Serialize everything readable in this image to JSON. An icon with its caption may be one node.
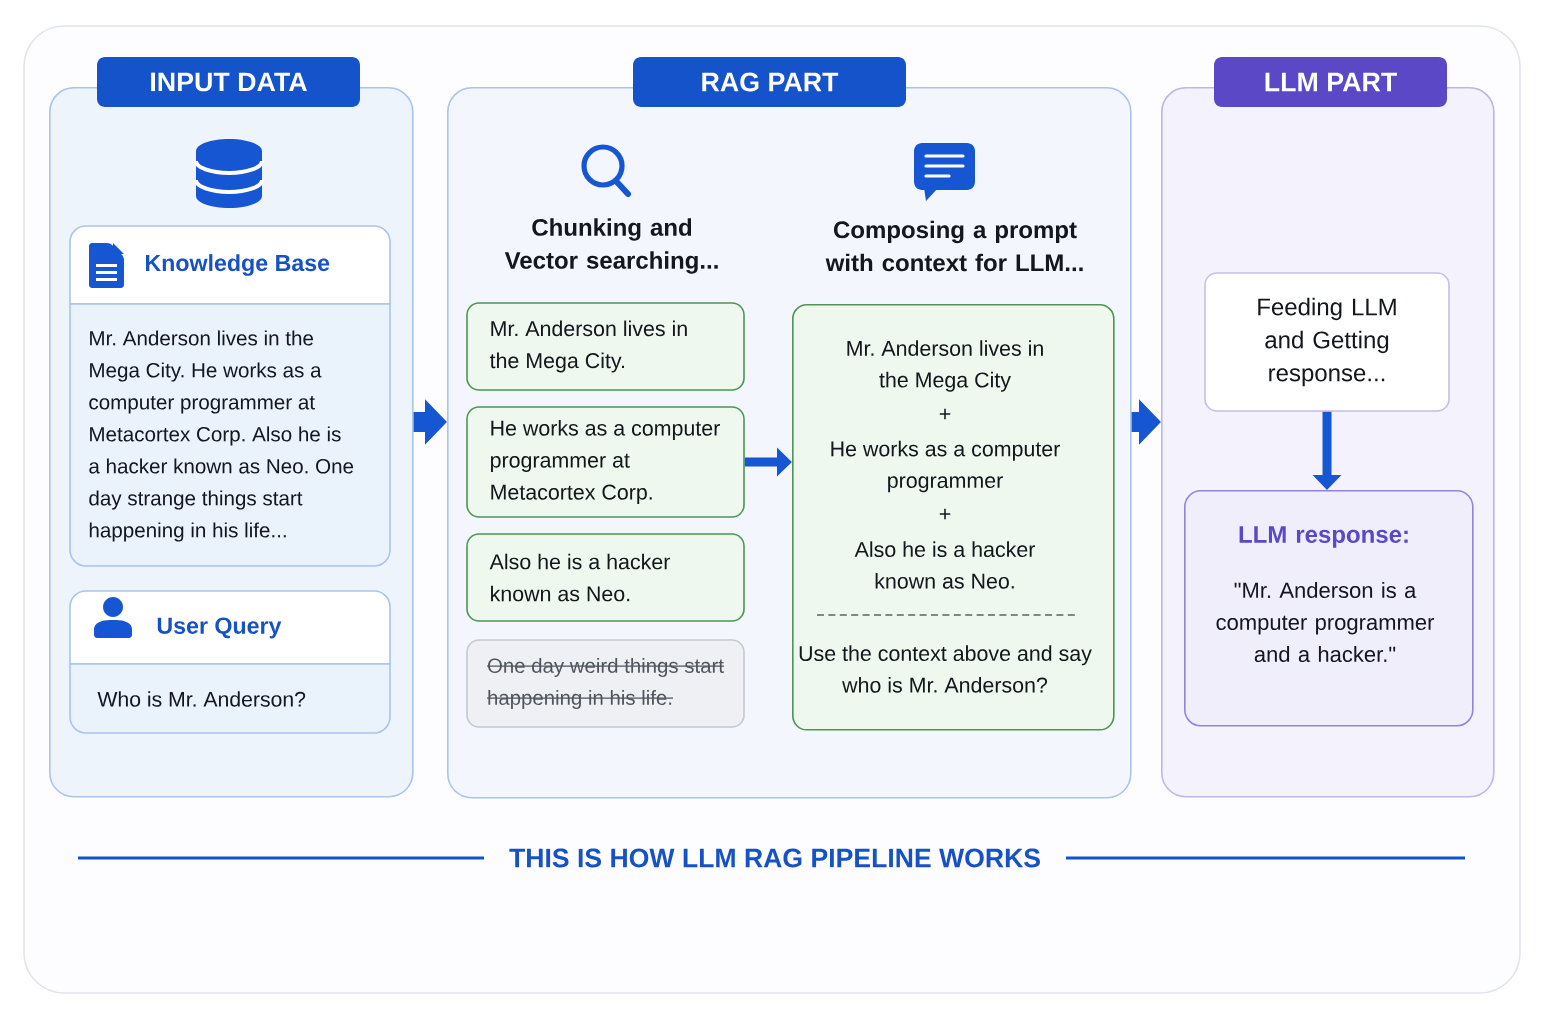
{
  "diagram": {
    "caption": "THIS IS HOW LLM RAG PIPELINE WORKS",
    "nodes": [
      {
        "text": [
          "INPUT DATA"
        ]
      },
      {
        "text": [
          "Knowledge Base",
          "Mr. Anderson lives in the Mega City. He works as a computer programmer at Metacortex Corp. Also he is a hacker known as Neo. One day strange things start happening in his life..."
        ],
        "in": 0
      },
      {
        "text": [
          "User Query",
          "Who is Mr. Anderson?"
        ],
        "in": 0
      },
      {
        "text": [
          "RAG PART",
          "Chunking and Vector searching...",
          "Composing a prompt with context for LLM..."
        ]
      },
      {
        "text": [
          "Mr. Anderson lives in the Mega City."
        ],
        "in": 3
      },
      {
        "text": [
          "He works as a computer programmer at Metacortex Corp."
        ],
        "in": 3
      },
      {
        "text": [
          "Also he is a hacker known as Neo."
        ],
        "in": 3
      },
      {
        "text": [
          "One day weird things start happening in his life."
        ],
        "in": 3
      },
      {
        "text": [
          "Mr. Anderson lives in the Mega City",
          "+",
          "He works as a computer programmer",
          "+",
          "Also he is a hacker known as Neo.",
          "Use the context above and say who is Mr. Anderson?"
        ],
        "in": 3
      },
      {
        "text": [
          "LLM PART"
        ]
      },
      {
        "text": [
          "Feeding LLM and Getting response..."
        ],
        "in": 9
      },
      {
        "text": [
          "LLM response:",
          "\"Mr. Anderson is a computer programmer and a hacker.\""
        ],
        "in": 9
      }
    ],
    "edges": [
      {
        "from": 0,
        "to": 3,
        "arrow": "to",
        "style": "thick"
      },
      {
        "from": 3,
        "to": 9,
        "arrow": "to",
        "style": "thick"
      },
      {
        "from": 5,
        "to": 8,
        "arrow": "to"
      },
      {
        "from": 10,
        "to": 11,
        "arrow": "to"
      }
    ]
  }
}
